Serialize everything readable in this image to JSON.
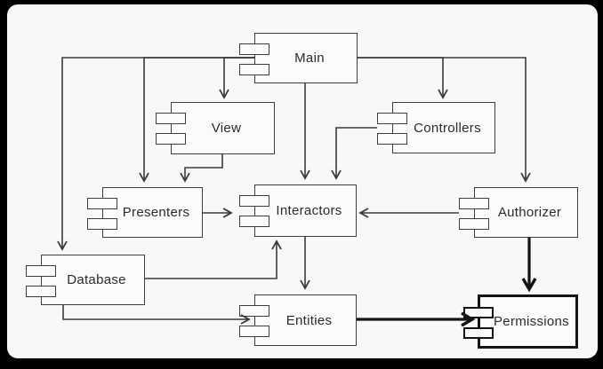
{
  "diagram": {
    "type": "uml-component-diagram",
    "components": [
      {
        "id": "main",
        "label": "Main"
      },
      {
        "id": "view",
        "label": "View"
      },
      {
        "id": "controllers",
        "label": "Controllers"
      },
      {
        "id": "presenters",
        "label": "Presenters"
      },
      {
        "id": "interactors",
        "label": "Interactors"
      },
      {
        "id": "authorizer",
        "label": "Authorizer"
      },
      {
        "id": "database",
        "label": "Database"
      },
      {
        "id": "entities",
        "label": "Entities"
      },
      {
        "id": "permissions",
        "label": "Permissions",
        "emphasis": "bold"
      }
    ],
    "edges": [
      {
        "from": "main",
        "to": "view",
        "style": "normal"
      },
      {
        "from": "main",
        "to": "presenters",
        "style": "normal"
      },
      {
        "from": "main",
        "to": "database",
        "style": "normal"
      },
      {
        "from": "main",
        "to": "controllers",
        "style": "normal"
      },
      {
        "from": "main",
        "to": "authorizer",
        "style": "normal"
      },
      {
        "from": "main",
        "to": "interactors",
        "style": "normal"
      },
      {
        "from": "view",
        "to": "presenters",
        "style": "normal"
      },
      {
        "from": "controllers",
        "to": "interactors",
        "style": "normal"
      },
      {
        "from": "presenters",
        "to": "interactors",
        "style": "normal"
      },
      {
        "from": "authorizer",
        "to": "interactors",
        "style": "normal"
      },
      {
        "from": "interactors",
        "to": "entities",
        "style": "normal"
      },
      {
        "from": "database",
        "to": "interactors",
        "style": "normal"
      },
      {
        "from": "database",
        "to": "entities",
        "style": "normal"
      },
      {
        "from": "entities",
        "to": "permissions",
        "style": "bold"
      },
      {
        "from": "authorizer",
        "to": "permissions",
        "style": "bold"
      }
    ],
    "colors": {
      "frame": "#000000",
      "canvas": "#f8f8f6",
      "line": "#3a3a3a",
      "bold_line": "#141414",
      "box_fill": "#fbfbf9",
      "box_border": "#3e3e3e",
      "text": "#2b2b2b"
    }
  }
}
